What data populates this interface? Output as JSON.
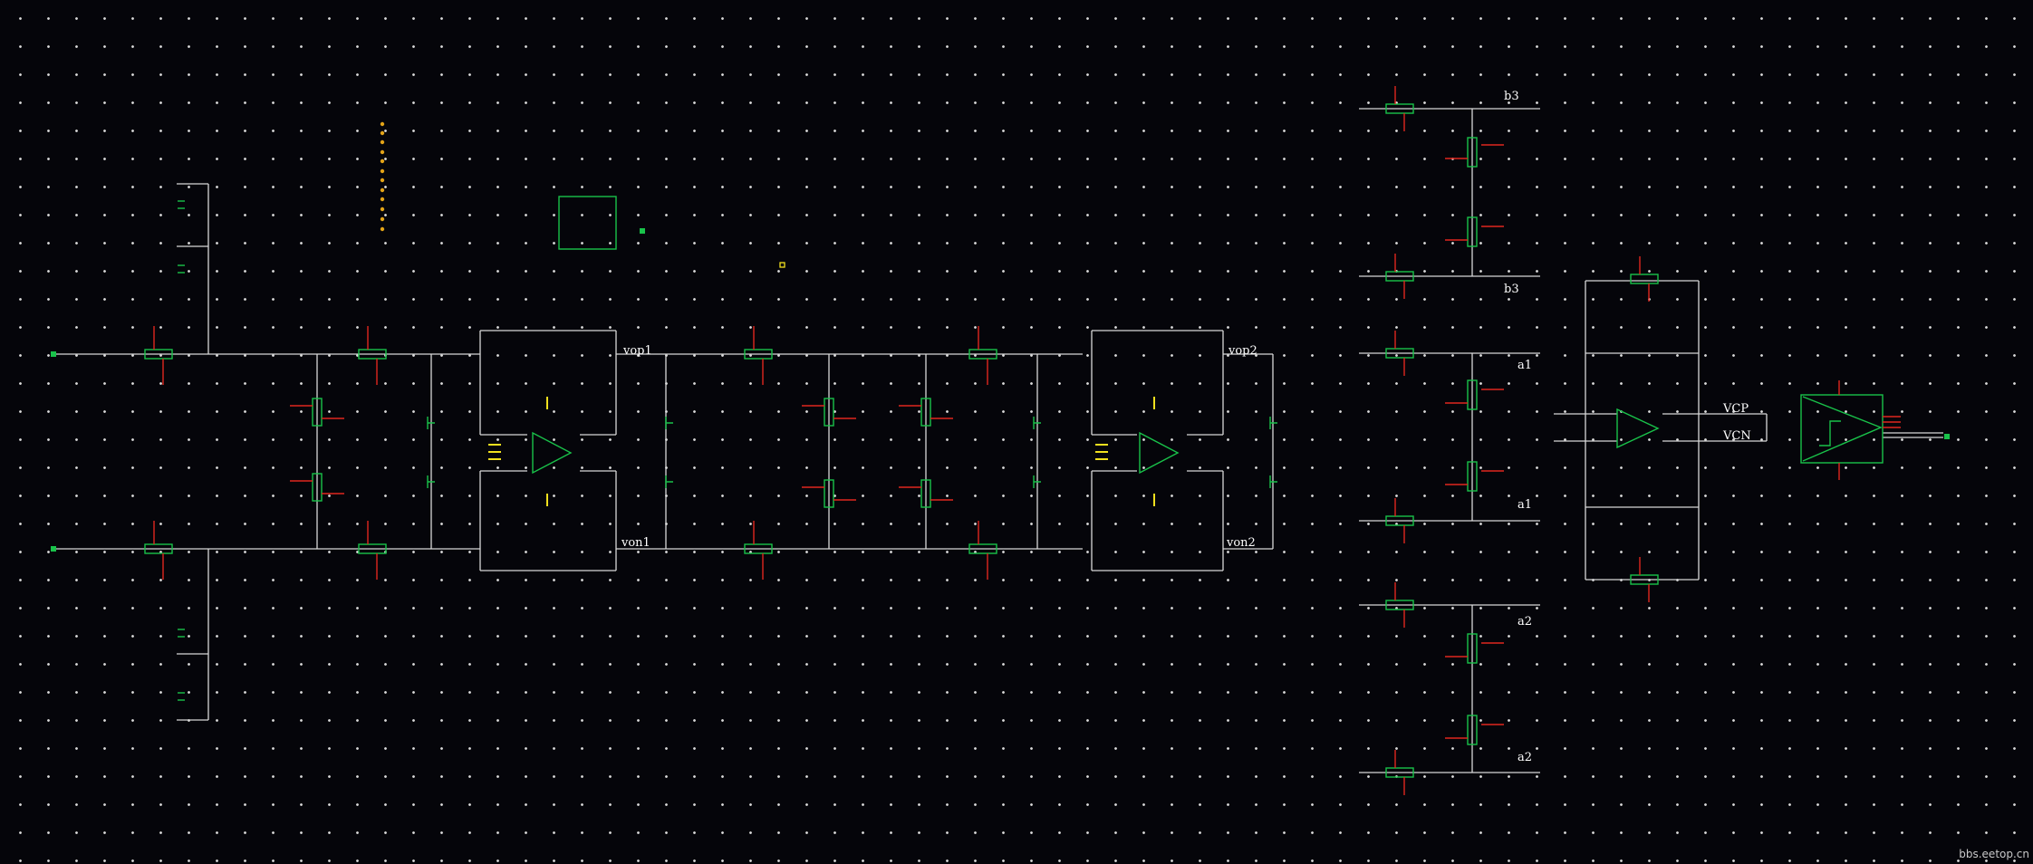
{
  "schematic": {
    "net_labels": {
      "vop1": "vop1",
      "von1": "von1",
      "vop2": "vop2",
      "von2": "von2",
      "b3_top": "b3",
      "b3_bottom": "b3",
      "a1_top": "a1",
      "a1_bottom": "a1",
      "a2_top": "a2",
      "a2_bottom": "a2",
      "vcp": "VCP",
      "vcn": "VCN"
    },
    "colors": {
      "background": "#05050a",
      "wire": "#d8d8d8",
      "component": "#19c24a",
      "pin": "#e0261e",
      "marker": "#f2e01e"
    }
  },
  "watermark": "bbs.eetop.cn"
}
